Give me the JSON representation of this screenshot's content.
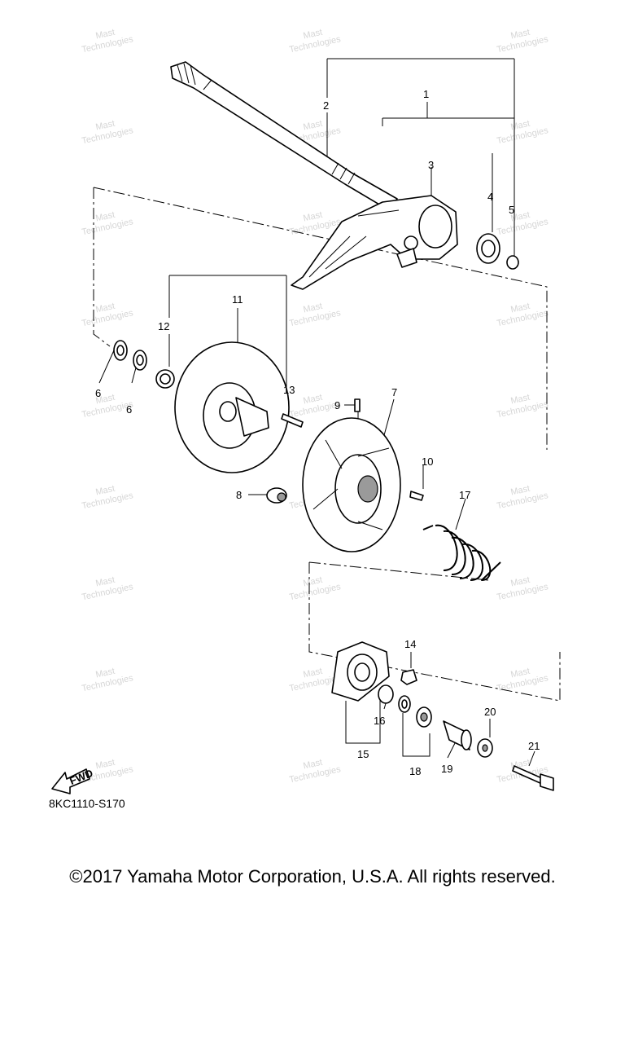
{
  "diagram": {
    "callouts": [
      "1",
      "2",
      "3",
      "4",
      "5",
      "6",
      "6",
      "7",
      "8",
      "9",
      "10",
      "11",
      "12",
      "13",
      "14",
      "15",
      "16",
      "17",
      "18",
      "19",
      "20",
      "21"
    ],
    "fwd_label": "FWD",
    "diagram_code": "8KC1110-S170",
    "watermark": [
      "Mast",
      "Technologies"
    ]
  },
  "footer": {
    "copyright": "©2017 Yamaha Motor Corporation, U.S.A. All rights reserved."
  }
}
